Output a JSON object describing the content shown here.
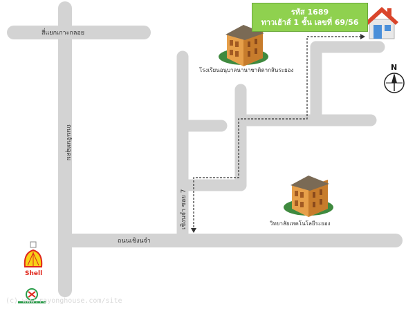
{
  "info_box": {
    "code": "รหัส 1689",
    "address": "ทาวเฮ้าส์ 1 ชั้น เลขที่ 69/56"
  },
  "labels": {
    "road_top": "สี่แยกเกาะกลอย",
    "road_left": "ถนนจันทอุดม",
    "road_bottom": "ถนนเชิงนจำ",
    "soi": "เชิงนจำ ซอย 7",
    "school": "โรงเรียนอนุบาลนานาชาติดากสินระยอง",
    "college": "วิทยาลัยเทคโนโลยีระยอง",
    "compass": "N",
    "shell": "Shell"
  },
  "copyright": "(c) www.rayonghouse.com/site",
  "colors": {
    "road": "#d3d3d3",
    "info_box": "#8fd14f",
    "route": "#333333",
    "house_roof": "#d9452b"
  },
  "icons": {
    "house": "house-icon",
    "school": "building-icon",
    "college": "building-icon",
    "compass": "compass-icon",
    "shell": "shell-logo",
    "bank": "bank-logo"
  }
}
